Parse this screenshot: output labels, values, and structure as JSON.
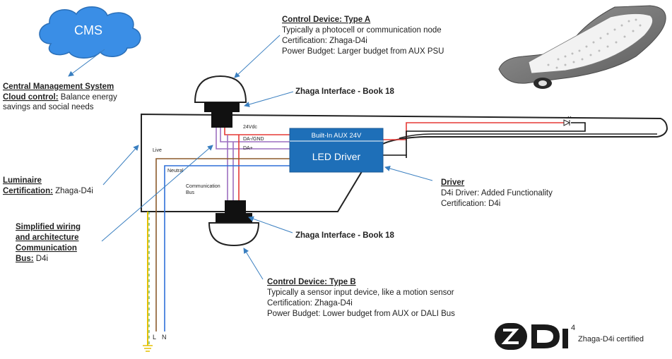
{
  "cloud": {
    "label": "CMS"
  },
  "cms": {
    "title": "Central Management System",
    "line1_bold": "Cloud control:",
    "line1_rest": " Balance energy",
    "line2": "savings and social needs"
  },
  "control_a": {
    "title": "Control Device: Type A",
    "lines": [
      "Typically a photocell or communication node",
      "Certification: Zhaga-D4i",
      "Power Budget: Larger budget from AUX PSU"
    ]
  },
  "interface_top": {
    "label": "Zhaga Interface - Book 18"
  },
  "interface_bottom": {
    "label": "Zhaga Interface - Book 18"
  },
  "luminaire": {
    "title": "Luminaire",
    "cert_bold": "Certification:",
    "cert_rest": " Zhaga-D4i"
  },
  "simplified": {
    "lines": [
      "Simplified wiring",
      "and architecture",
      "Communication"
    ],
    "bus_bold": "Bus:",
    "bus_rest": " D4i"
  },
  "wires": {
    "v24": "24Vdc",
    "da_gnd": "DA-/GND",
    "da_plus": "DA+",
    "live": "Live",
    "neutral": "Neutral",
    "comm_bus_1": "Communication",
    "comm_bus_2": "Bus",
    "l": "L",
    "n": "N"
  },
  "driver_box": {
    "aux": "Built-In AUX 24V",
    "led": "LED Driver"
  },
  "driver": {
    "title": "Driver",
    "lines": [
      "D4i Driver: Added Functionality",
      "Certification: D4i"
    ]
  },
  "control_b": {
    "title": "Control Device: Type B",
    "lines": [
      "Typically a sensor input device, like a motion sensor",
      "Certification: Zhaga-D4i",
      "Power Budget: Lower budget from AUX or DALI Bus"
    ]
  },
  "logo": {
    "text": "Zhaga-D4i certified",
    "superscript": "4"
  },
  "colors": {
    "red": "#e53935",
    "purple": "#9c6fc0",
    "brown": "#8b5a2b",
    "blue": "#2e6fd8",
    "yellow": "#e5c100",
    "driver_blue": "#1e6fb8",
    "cloud_blue": "#3a8ee6",
    "arrow": "#3a7fc0"
  }
}
